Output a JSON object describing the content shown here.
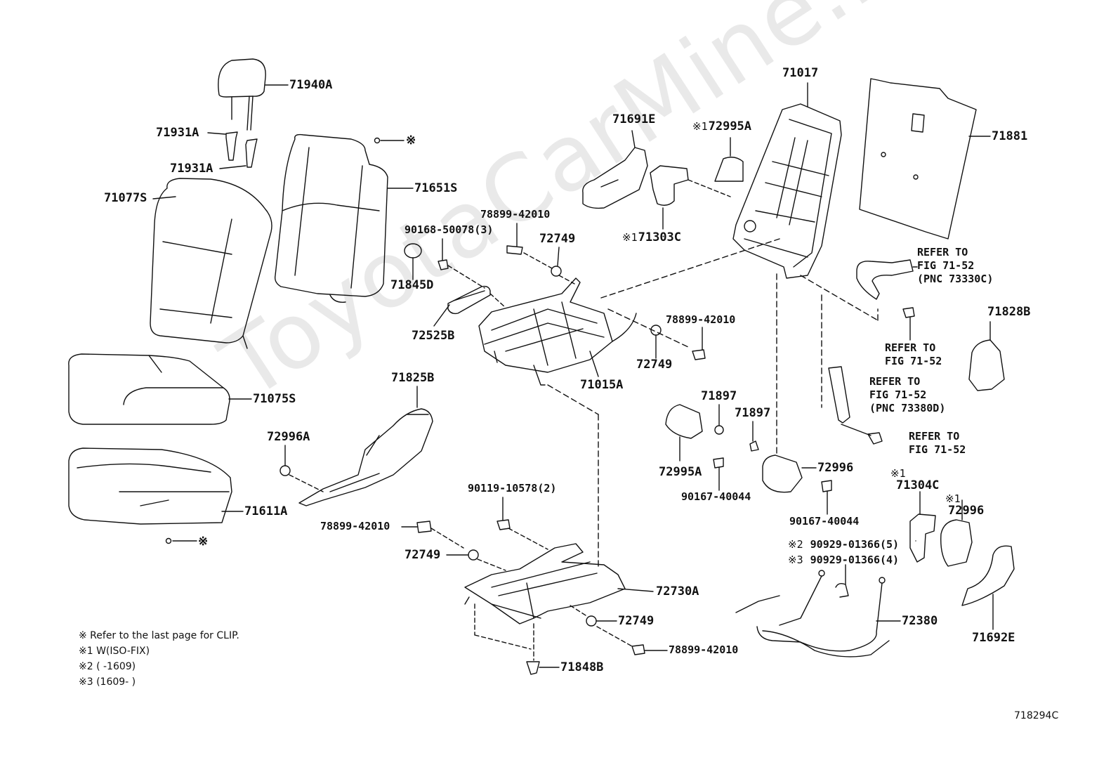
{
  "watermark": "ToyotaCarMine.ru",
  "figure_code": "718294C",
  "mark": "※",
  "notes": [
    "※ Refer to the last page for CLIP.",
    "※1 W(ISO-FIX)",
    "※2 (      -1609)",
    "※3 (1609-      )"
  ],
  "refer": {
    "r1": [
      "REFER TO",
      "FIG 71-52",
      "(PNC 73330C)"
    ],
    "r2": [
      "REFER TO",
      "FIG 71-52"
    ],
    "r3": [
      "REFER TO",
      "FIG 71-52",
      "(PNC 73380D)"
    ],
    "r4": [
      "REFER TO",
      "FIG 71-52"
    ]
  },
  "labels": {
    "p71940A": "71940A",
    "p71931A_1": "71931A",
    "p71931A_2": "71931A",
    "p71077S": "71077S",
    "p71651S": "71651S",
    "p71075S": "71075S",
    "p71611A": "71611A",
    "p71825B": "71825B",
    "p72996A": "72996A",
    "p78899_1": "78899-42010",
    "p90168": "90168-50078(3)",
    "p72749_1": "72749",
    "p71845D": "71845D",
    "p72525B": "72525B",
    "p71015A": "71015A",
    "p78899_2": "78899-42010",
    "p72749_2": "72749",
    "p71691E": "71691E",
    "p72995A_1": "72995A",
    "p71303C": "71303C",
    "p71017": "71017",
    "p71881": "71881",
    "p71828B": "71828B",
    "p71897_1": "71897",
    "p71897_2": "71897",
    "p72995A_2": "72995A",
    "p72996_1": "72996",
    "p90167_1": "90167-40044",
    "p90167_2": "90167-40044",
    "p71304C": "71304C",
    "p72996_2": "72996",
    "p90929_5": "90929-01366(5)",
    "p90929_4": "90929-01366(4)",
    "p72380": "72380",
    "p71692E": "71692E",
    "p90119": "90119-10578(2)",
    "p78899_3": "78899-42010",
    "p72749_3": "72749",
    "p72730A": "72730A",
    "p72749_4": "72749",
    "p78899_4": "78899-42010",
    "p71848B": "71848B",
    "m1_72995A": "※1",
    "m1_71303C": "※1",
    "m1_71304C": "※1",
    "m1_72996": "※1",
    "m2": "※2",
    "m3": "※3"
  }
}
